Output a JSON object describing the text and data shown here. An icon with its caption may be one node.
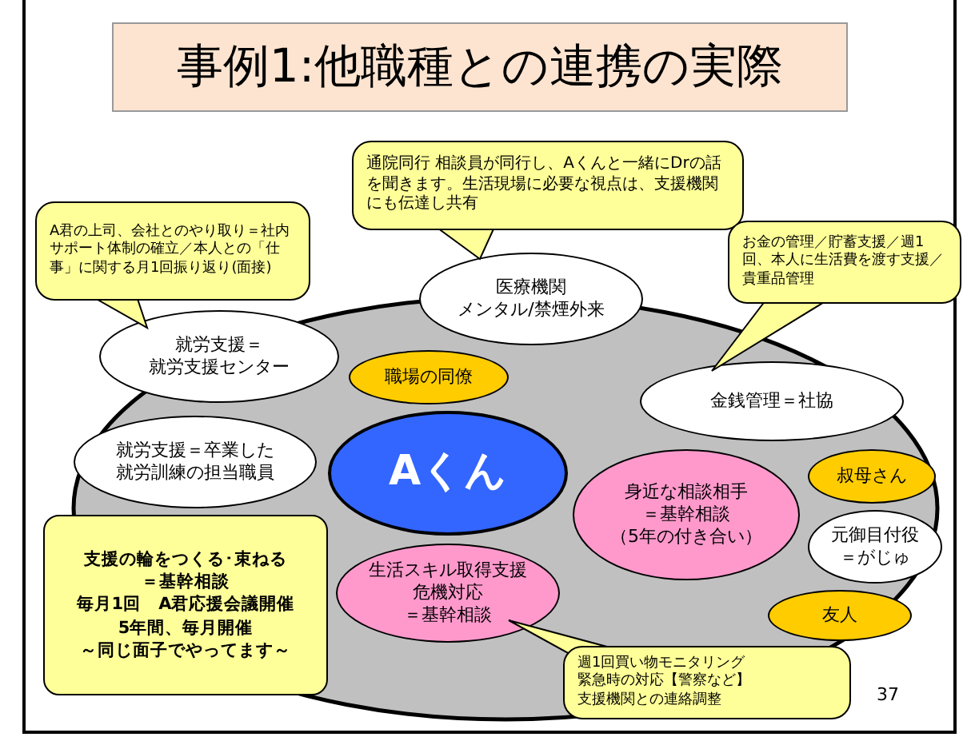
{
  "diagram": {
    "title": "事例1:他職種との連携の実際",
    "nodes": [
      {
        "text": [
          "通院同行 相談員が同行し、Aくんと一緒にDrの話を聞きます。生活現場に必要な視点は、支援機関にも伝達し共有"
        ]
      },
      {
        "text": [
          "A君の上司、会社とのやり取り＝社内サポート体制の確立／本人との「仕事」に関する月1回振り返り(面接)"
        ]
      },
      {
        "text": [
          "お金の管理／貯蓄支援／週1回、本人に生活費を渡す支援／貴重品管理"
        ]
      },
      {
        "text": [
          "医療機関",
          "メンタル/禁煙外来"
        ]
      },
      {
        "text": [
          "就労支援＝",
          "就労支援センター"
        ]
      },
      {
        "text": [
          "職場の同僚"
        ]
      },
      {
        "text": [
          "金銭管理＝社協"
        ]
      },
      {
        "text": [
          "就労支援＝卒業した",
          "就労訓練の担当職員"
        ]
      },
      {
        "text": [
          "Aくん"
        ]
      },
      {
        "text": [
          "身近な相談相手",
          "＝基幹相談",
          "（5年の付き合い）"
        ]
      },
      {
        "text": [
          "叔母さん"
        ]
      },
      {
        "text": [
          "元御目付役",
          "＝がじゅ"
        ]
      },
      {
        "text": [
          "支援の輪をつくる･束ねる",
          "＝基幹相談",
          "毎月1回　A君応援会議開催",
          "5年間、毎月開催",
          "～同じ面子でやってます～"
        ]
      },
      {
        "text": [
          "生活スキル取得支援",
          "危機対応",
          "＝基幹相談"
        ]
      },
      {
        "text": [
          "友人"
        ]
      },
      {
        "text": [
          "週1回買い物モニタリング",
          "緊急時の対応【警察など】",
          "支援機関との連絡調整"
        ]
      }
    ],
    "labels": [
      "37"
    ]
  }
}
